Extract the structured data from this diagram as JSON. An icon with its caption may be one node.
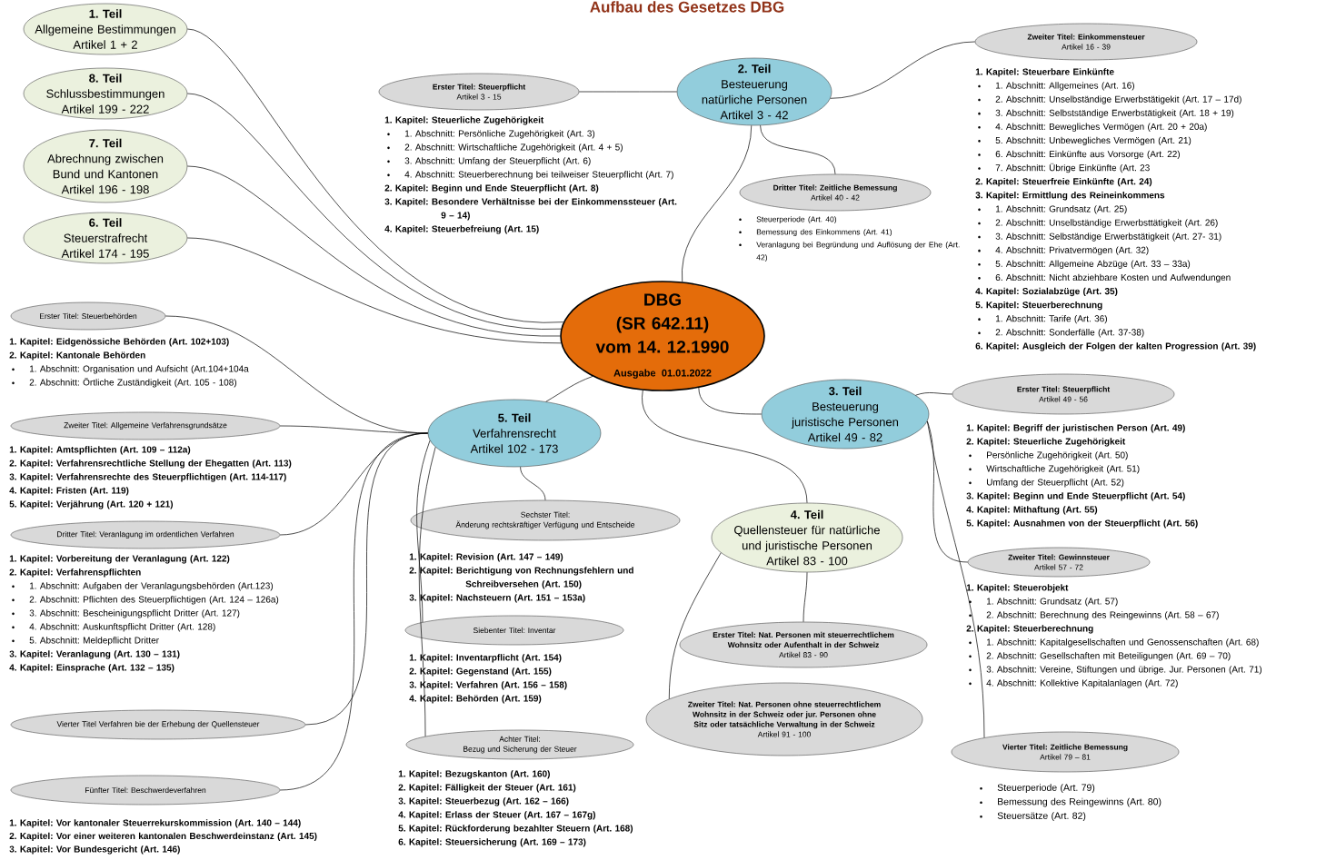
{
  "diagram": {
    "title": "Aufbau des Gesetzes DBG",
    "nodes": [
      {
        "text": [
          "DBG",
          "(SR 642.11)",
          "vom 14. 12.1990",
          "Ausgabe 01.01.2022"
        ]
      },
      {
        "text": [
          "1. Teil",
          "Allgemeine Bestimmungen",
          "Artikel 1 + 2"
        ]
      },
      {
        "text": [
          "8. Teil",
          "Schlussbestimmungen",
          "Artikel 199 - 222"
        ]
      },
      {
        "text": [
          "7. Teil",
          "Abrechnung zwischen Bund und Kantonen",
          "Artikel 196 - 198"
        ]
      },
      {
        "text": [
          "6. Teil",
          "Steuerstrafrecht",
          "Artikel 174 - 195"
        ]
      },
      {
        "text": [
          "2. Teil",
          "Besteuerung natürliche Personen",
          "Artikel 3 - 42"
        ]
      },
      {
        "text": [
          "Erster Titel: Steuerpflicht",
          "Artikel 3 - 15"
        ],
        "beside": [
          "1. Kapitel: Steuerliche Zugehörigkeit",
          "1. Abschnitt: Persönliche Zugehörigkeit (Art. 3)",
          "2. Abschnitt: Wirtschaftliche Zugehörigkeit (Art. 4 + 5)",
          "3. Abschnitt: Umfang der Steuerpflicht (Art. 6)",
          "4. Abschnitt: Steuerberechnung bei teilweiser Steuerpflicht (Art. 7)",
          "2. Kapitel: Beginn und Ende Steuerpflicht (Art. 8)",
          "3. Kapitel: Besondere Verhältnisse bei der Einkommenssteuer (Art. 9 – 14)",
          "4. Kapitel: Steuerbefreiung (Art. 15)"
        ]
      },
      {
        "text": [
          "Zweiter Titel: Einkommensteuer",
          "Artikel 16 - 39"
        ],
        "beside": [
          "1. Kapitel: Steuerbare Einkünfte",
          "1. Abschnitt: Allgemeines (Art. 16)",
          "2. Abschnitt: Unselbständige Erwerbstätigekit (Art. 17 – 17d)",
          "3. Abschnitt: Selbstständige Erwerbstätigkeit (Art. 18 + 19)",
          "4. Abschnitt: Bewegliches Vermögen (Art. 20 + 20a)",
          "5. Abschnitt: Unbewegliches Vermögen (Art. 21)",
          "6. Abschnitt: Einkünfte aus Vorsorge (Art. 22)",
          "7. Abschnitt: Übrige Einkünfte (Art. 23",
          "2. Kapitel: Steuerfreie Einkünfte (Art. 24)",
          "3. Kapitel: Ermittlung des Reineinkommens",
          "1. Abschnitt: Grundsatz (Art. 25)",
          "2. Abschnitt: Unselbständige Erwerbsttätigkeit (Art. 26)",
          "3. Abschnitt: Selbständige Erwerbstätigkeit (Art. 27- 31)",
          "4. Abschnitt: Privatvermögen (Art. 32)",
          "5. Abschnitt: Allgemeine Abzüge (Art. 33 – 33a)",
          "6. Abschnitt: Nicht abziehbare Kosten und Aufwendungen",
          "4. Kapitel: Sozialabzüge (Art. 35)",
          "5. Kapitel: Steuerberechnung",
          "1. Abschnitt: Tarife (Art. 36)",
          "2. Abschnitt: Sonderfälle (Art. 37-38)",
          "6. Kapitel: Ausgleich der Folgen der kalten Progression (Art. 39)"
        ]
      },
      {
        "text": [
          "Dritter Titel: Zeitliche Bemessung",
          "Artikel 40 - 42"
        ],
        "beside": [
          "Steuerperiode (Art. 40)",
          "Bemessung des Einkommens (Art. 41)",
          "Veranlagung bei Begründung und Auflösung der Ehe (Art. 42)"
        ]
      },
      {
        "text": [
          "3. Teil",
          "Besteuerung juristische Personen",
          "Artikel 49 - 82"
        ]
      },
      {
        "text": [
          "Erster Titel: Steuerpflicht",
          "Artikel 49 - 56"
        ],
        "beside": [
          "1. Kapitel: Begriff der juristischen Person (Art. 49)",
          "2. Kapitel: Steuerliche Zugehörigkeit",
          "Persönliche Zugehörigkeit (Art. 50)",
          "Wirtschaftliche Zugehörigkeit (Art. 51)",
          "Umfang der Steuerpflicht (Art. 52)",
          "3. Kapitel: Beginn und Ende Steuerpflicht (Art. 54)",
          "4. Kapitel: Mithaftung (Art. 55)",
          "5. Kapitel: Ausnahmen von der Steuerpflicht (Art. 56)"
        ]
      },
      {
        "text": [
          "Zweiter Titel: Gewinnsteuer",
          "Artikel 57 - 72"
        ],
        "beside": [
          "1. Kapitel: Steuerobjekt",
          "1. Abschnitt: Grundsatz (Art. 57)",
          "2. Abschnitt: Berechnung des Reingewinns (Art. 58 – 67)",
          "2. Kapitel: Steuerberechnung",
          "1. Abschnitt: Kapitalgesellschaften und Genossenschaften (Art. 68)",
          "2. Abschnitt: Gesellschaften mit Beteiligungen (Art. 69 – 70)",
          "3. Abschnitt: Vereine, Stiftungen und übrige. Jur. Personen (Art. 71)",
          "4. Abschnitt: Kollektive Kapitalanlagen (Art. 72)"
        ]
      },
      {
        "text": [
          "Vierter Titel: Zeitliche Bemessung",
          "Artikel 79 – 81"
        ],
        "beside": [
          "Steuerperiode (Art. 79)",
          "Bemessung des Reingewinns (Art. 80)",
          "Steuersätze (Art. 82)"
        ]
      },
      {
        "text": [
          "4. Teil",
          "Quellensteuer für natürliche und juristische Personen",
          "Artikel 83 - 100"
        ]
      },
      {
        "text": [
          "Erster Titel: Nat. Personen mit steuerrechtlichem Wohnsitz oder Aufenthalt in der Schweiz",
          "Artikel 83 - 90"
        ]
      },
      {
        "text": [
          "Zweiter Titel: Nat. Personen ohne steuerrechtlichem Wohnsitz in der Schweiz oder jur. Personen ohne Sitz oder tatsächliche Verwaltung in der Schweiz",
          "Artikel 91 - 100"
        ]
      },
      {
        "text": [
          "5. Teil",
          "Verfahrensrecht",
          "Artikel 102 - 173"
        ]
      },
      {
        "text": [
          "Erster Titel: Steuerbehörden"
        ],
        "beside": [
          "1. Kapitel: Eidgenössiche Behörden (Art. 102+103)",
          "2. Kapitel: Kantonale Behörden",
          "1. Abschnitt: Organisation und Aufsicht (Art.104+104a",
          "2. Abschnitt: Örtliche Zuständigkeit (Art. 105 - 108)"
        ]
      },
      {
        "text": [
          "Zweiter Titel: Allgemeine Verfahrensgrundsätze"
        ],
        "beside": [
          "1. Kapitel: Amtspflichten (Art. 109 – 112a)",
          "2. Kapitel: Verfahrensrechtliche Stellung der Ehegatten (Art. 113)",
          "3. Kapitel: Verfahrensrechte des Steuerpflichtigen (Art. 114-117)",
          "4. Kapitel: Fristen (Art. 119)",
          "5. Kapitel: Verjährung (Art. 120 + 121)"
        ]
      },
      {
        "text": [
          "Dritter Titel: Veranlagung im ordentlichen Verfahren"
        ],
        "beside": [
          "1. Kapitel: Vorbereitung der Veranlagung (Art. 122)",
          "2. Kapitel: Verfahrenspflichten",
          "1. Abschnitt: Aufgaben der Veranlagungsbehörden (Art.123)",
          "2. Abschnitt: Pflichten des Steuerpflichtigen (Art. 124 – 126a)",
          "3. Abschnitt: Bescheinigungspflicht Dritter (Art. 127)",
          "4. Abschnitt: Auskunftspflicht Dritter (Art. 128)",
          "5. Abschnitt: Meldepflicht Dritter",
          "3. Kapitel: Veranlagung (Art. 130 – 131)",
          "4. Kapitel: Einsprache (Art. 132 – 135)"
        ]
      },
      {
        "text": [
          "Vierter Titel Verfahren bie der Erhebung der Quellensteuer"
        ]
      },
      {
        "text": [
          "Fünfter Titel: Beschwerdeverfahren"
        ],
        "beside": [
          "1. Kapitel: Vor kantonaler Steuerrekurskommission (Art. 140 – 144)",
          "2. Kapitel: Vor einer weiteren kantonalen Beschwerdeinstanz (Art. 145)",
          "3. Kapitel: Vor Bundesgericht (Art. 146)"
        ]
      },
      {
        "text": [
          "Sechster Titel:",
          "Änderung rechtskräftiger Verfügung und Entscheide"
        ],
        "beside": [
          "1. Kapitel: Revision (Art. 147 – 149)",
          "2. Kapitel: Berichtigung von Rechnungsfehlern und Schreibversehen (Art. 150)",
          "3. Kapitel: Nachsteuern (Art. 151 – 153a)"
        ]
      },
      {
        "text": [
          "Siebenter Titel: Inventar"
        ],
        "beside": [
          "1. Kapitel: Inventarpflicht (Art. 154)",
          "2. Kapitel: Gegenstand (Art. 155)",
          "3. Kapitel: Verfahren (Art. 156 – 158)",
          "4. Kapitel: Behörden (Art. 159)"
        ]
      },
      {
        "text": [
          "Achter Titel:",
          "Bezug und Sicherung der Steuer"
        ],
        "beside": [
          "1. Kapitel: Bezugskanton (Art. 160)",
          "2. Kapitel: Fälligkeit der Steuer (Art. 161)",
          "3. Kapitel: Steuerbezug (Art. 162 – 166)",
          "4. Kapitel: Erlass der Steuer (Art. 167 – 167g)",
          "5. Kapitel: Rückforderung bezahlter Steuern (Art. 168)",
          "6. Kapitel: Steuersicherung (Art. 169 – 173)"
        ]
      }
    ],
    "edges": [
      {
        "from": 0,
        "to": 1,
        "arrow": "none"
      },
      {
        "from": 0,
        "to": 2,
        "arrow": "none"
      },
      {
        "from": 0,
        "to": 3,
        "arrow": "none"
      },
      {
        "from": 0,
        "to": 4,
        "arrow": "none"
      },
      {
        "from": 0,
        "to": 5,
        "arrow": "none"
      },
      {
        "from": 0,
        "to": 9,
        "arrow": "none"
      },
      {
        "from": 0,
        "to": 13,
        "arrow": "none"
      },
      {
        "from": 0,
        "to": 16,
        "arrow": "none"
      },
      {
        "from": 5,
        "to": 6,
        "arrow": "none"
      },
      {
        "from": 5,
        "to": 7,
        "arrow": "none"
      },
      {
        "from": 5,
        "to": 8,
        "arrow": "none"
      },
      {
        "from": 9,
        "to": 10,
        "arrow": "none"
      },
      {
        "from": 9,
        "to": 11,
        "arrow": "none"
      },
      {
        "from": 9,
        "to": 12,
        "arrow": "none"
      },
      {
        "from": 13,
        "to": 14,
        "arrow": "none"
      },
      {
        "from": 13,
        "to": 15,
        "arrow": "none"
      },
      {
        "from": 16,
        "to": 17,
        "arrow": "none"
      },
      {
        "from": 16,
        "to": 18,
        "arrow": "none"
      },
      {
        "from": 16,
        "to": 19,
        "arrow": "none"
      },
      {
        "from": 16,
        "to": 20,
        "arrow": "none"
      },
      {
        "from": 16,
        "to": 21,
        "arrow": "none"
      },
      {
        "from": 16,
        "to": 22,
        "arrow": "none"
      },
      {
        "from": 16,
        "to": 23,
        "arrow": "none"
      },
      {
        "from": 16,
        "to": 24,
        "arrow": "none"
      }
    ]
  }
}
